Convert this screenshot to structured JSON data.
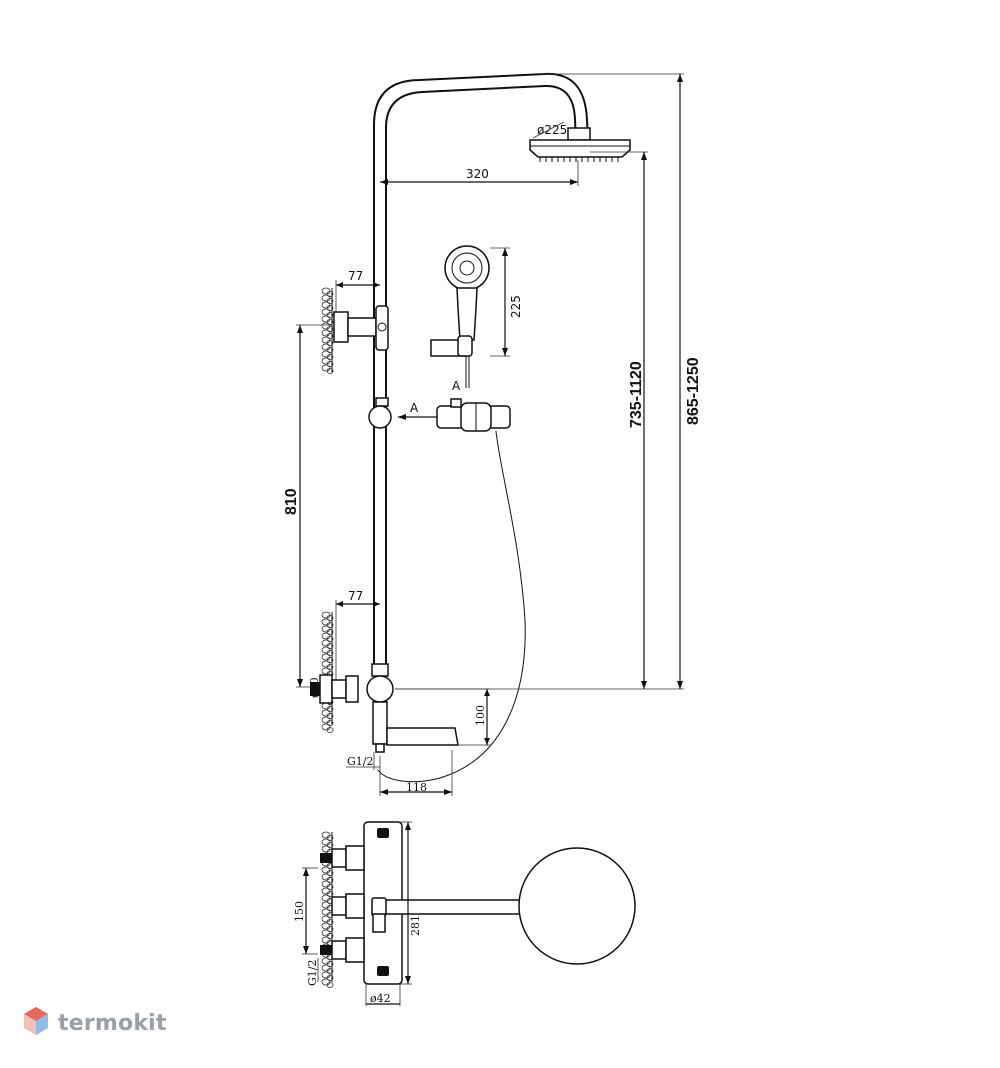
{
  "dimensions": {
    "showerhead_diameter": "ø225",
    "arm_length": "320",
    "handshower_length": "225",
    "top_bracket_offset": "77",
    "lower_bracket_offset": "77",
    "bracket_spacing": "810",
    "mixer_body_diameter": "ø60",
    "spout_height": "100",
    "spout_length": "118",
    "inlet_thread": "G1/2",
    "height_range_head": "735-1120",
    "height_range_total": "865-1250",
    "inlet_spacing": "150",
    "mixer_length": "281",
    "inlet_thread_top": "G1/2",
    "body_diameter_top": "ø42"
  },
  "section_labels": {
    "view_arrow": "A",
    "view_label": "A"
  },
  "watermark": {
    "text": "termokit",
    "colors": [
      "#e36a5c",
      "#5aa0d8",
      "#9aa0a8"
    ]
  }
}
